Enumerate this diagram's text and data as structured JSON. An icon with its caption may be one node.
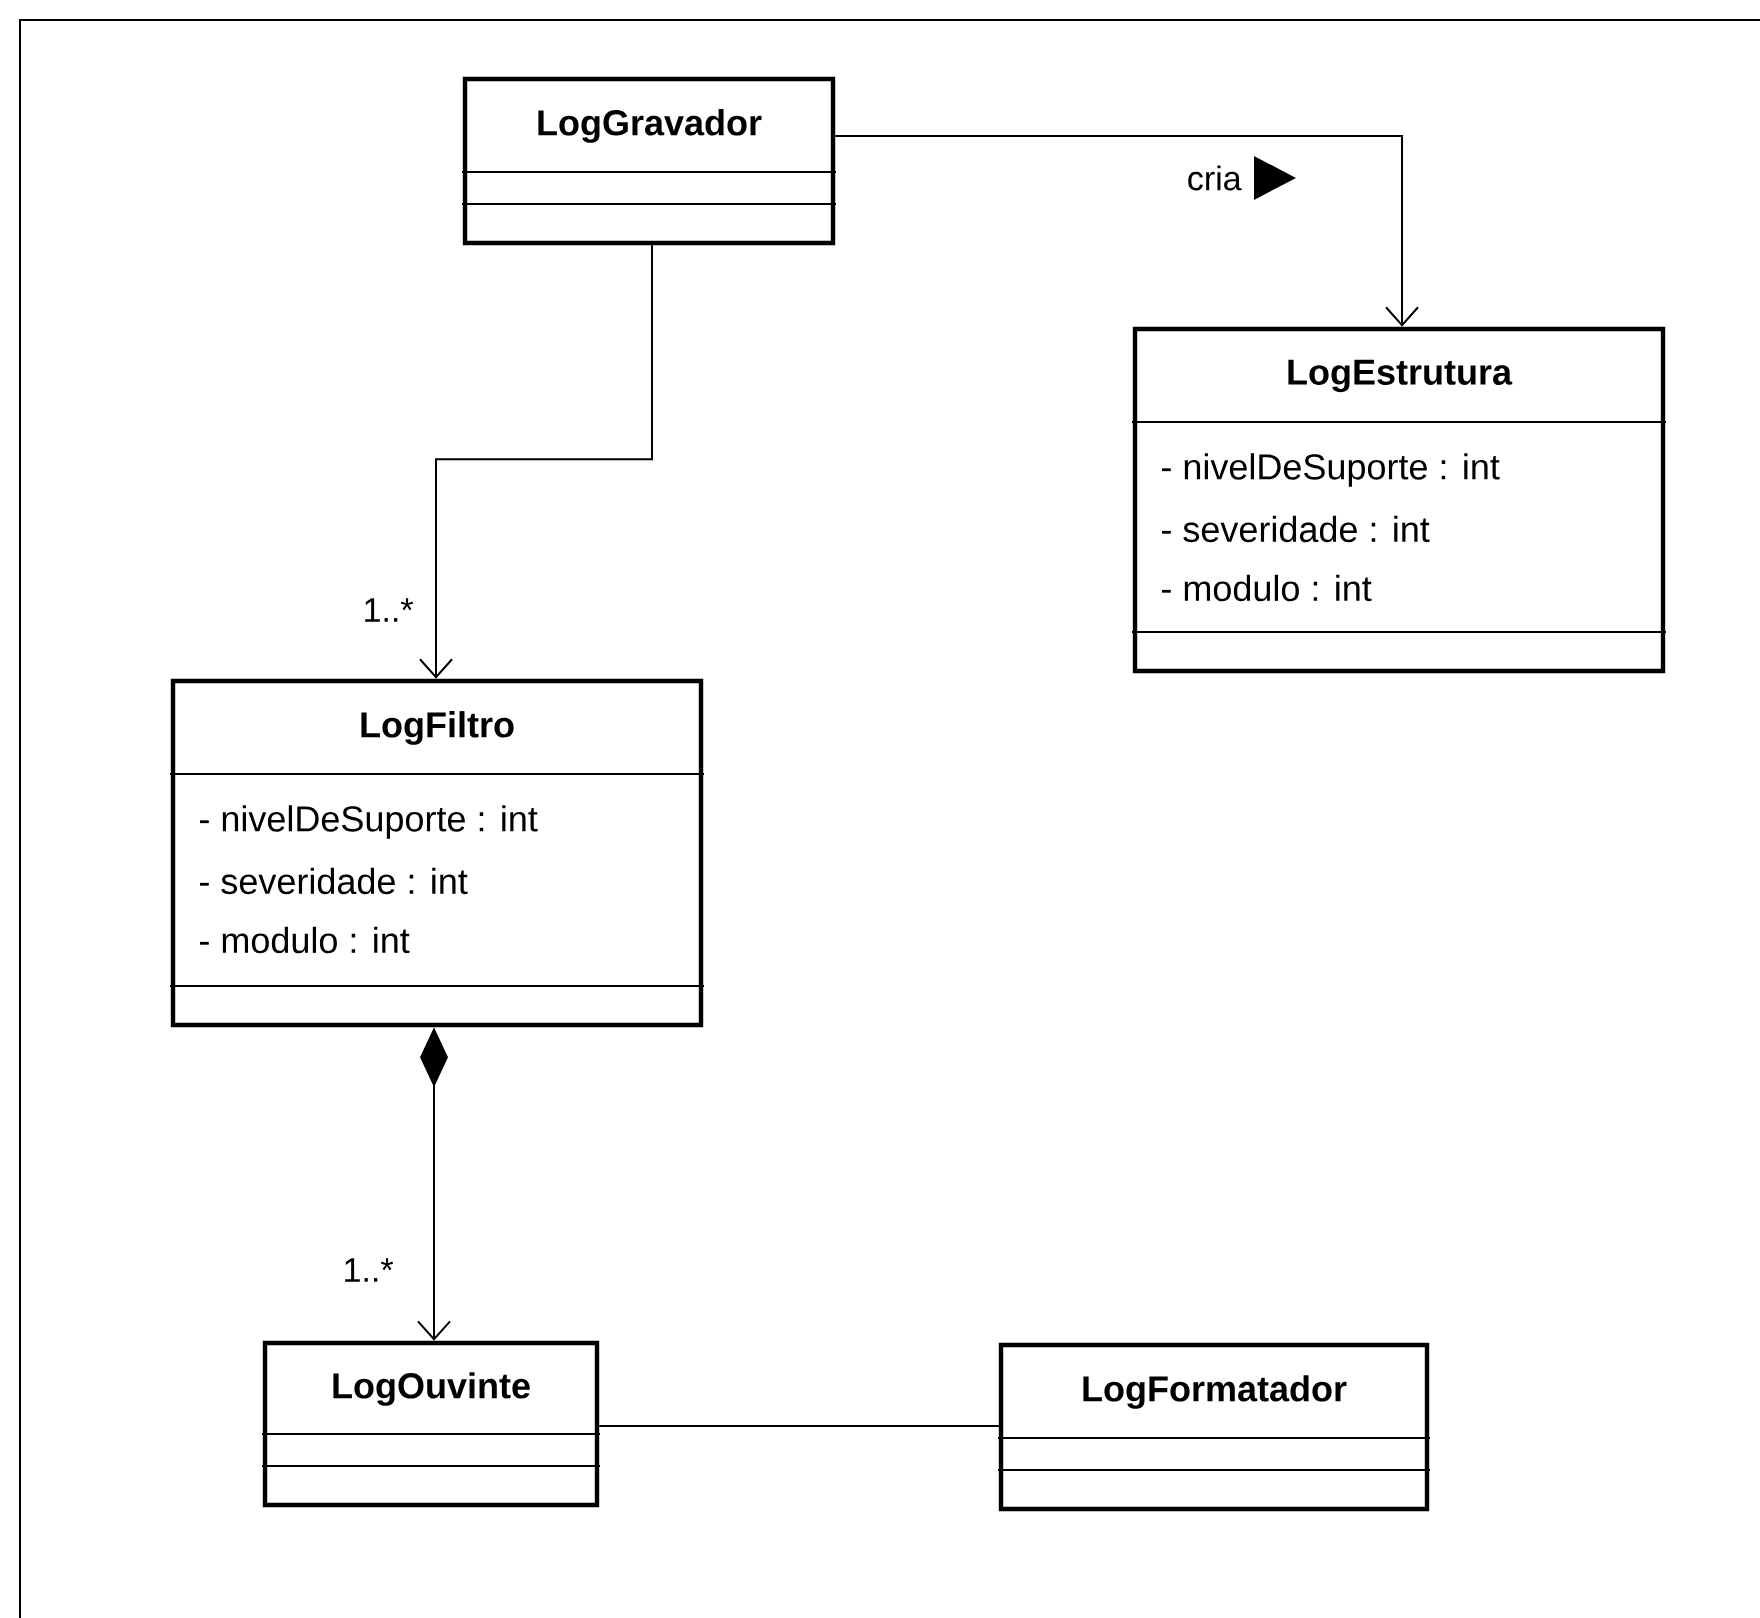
{
  "diagram": {
    "nodes": [
      {
        "text": [
          "LogGravador"
        ]
      },
      {
        "text": [
          "LogEstrutura",
          "- nivelDeSuporte : int",
          "- severidade : int",
          "- modulo : int"
        ]
      },
      {
        "text": [
          "LogFiltro",
          "- nivelDeSuporte : int",
          "- severidade : int",
          "- modulo : int"
        ]
      },
      {
        "text": [
          "LogOuvinte"
        ]
      },
      {
        "text": [
          "LogFormatador"
        ]
      }
    ],
    "edges": [
      {
        "from": 0,
        "to": 1,
        "arrow": "to",
        "label": "cria"
      },
      {
        "from": 0,
        "to": 2,
        "arrow": "to",
        "label": "1..*"
      },
      {
        "from": 2,
        "to": 3,
        "arrow": "to",
        "label": "1..*"
      },
      {
        "from": 3,
        "to": 4,
        "arrow": "none"
      }
    ]
  }
}
